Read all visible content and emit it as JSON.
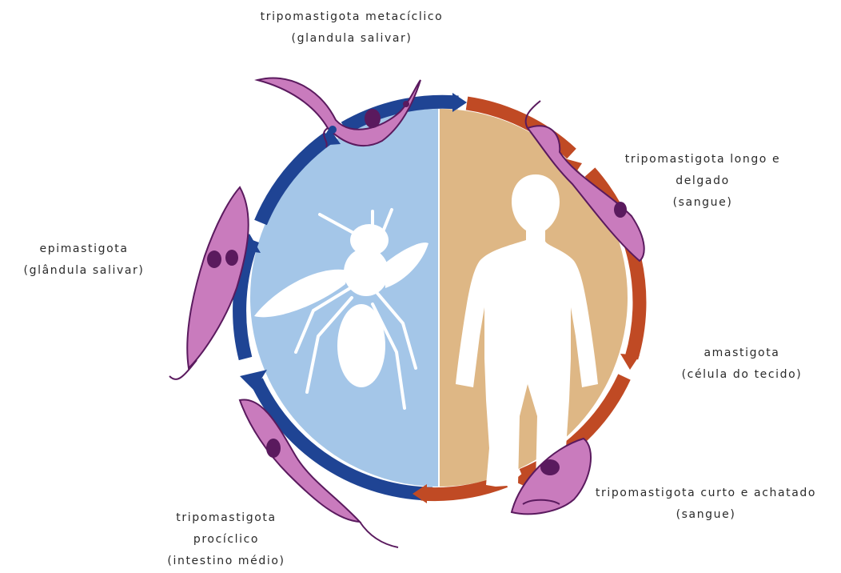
{
  "colors": {
    "insect_bg": "#a4c6e8",
    "host_bg": "#deb785",
    "insect_arrow": "#1f4494",
    "host_arrow": "#c04a24",
    "parasite_fill": "#c97bbd",
    "parasite_nucleus": "#5a1a5e",
    "silhouette": "#ffffff"
  },
  "icons": [
    "tsetse-fly-silhouette-icon",
    "human-silhouette-icon",
    "trypanosome-parasite-icon"
  ],
  "labels": {
    "top": [
      "tripomastigota metacíclico",
      "(glandula salivar)"
    ],
    "top_right": [
      "tripomastigota longo e",
      "delgado",
      "(sangue)"
    ],
    "right": [
      "amastigota",
      "(célula do tecido)"
    ],
    "bottom_right": [
      "tripomastigota curto e achatado",
      "(sangue)"
    ],
    "bottom_left": [
      "tripomastigota",
      "procíclico",
      "(intestino médio)"
    ],
    "left": [
      "epimastigota",
      "(glândula salivar)"
    ]
  }
}
